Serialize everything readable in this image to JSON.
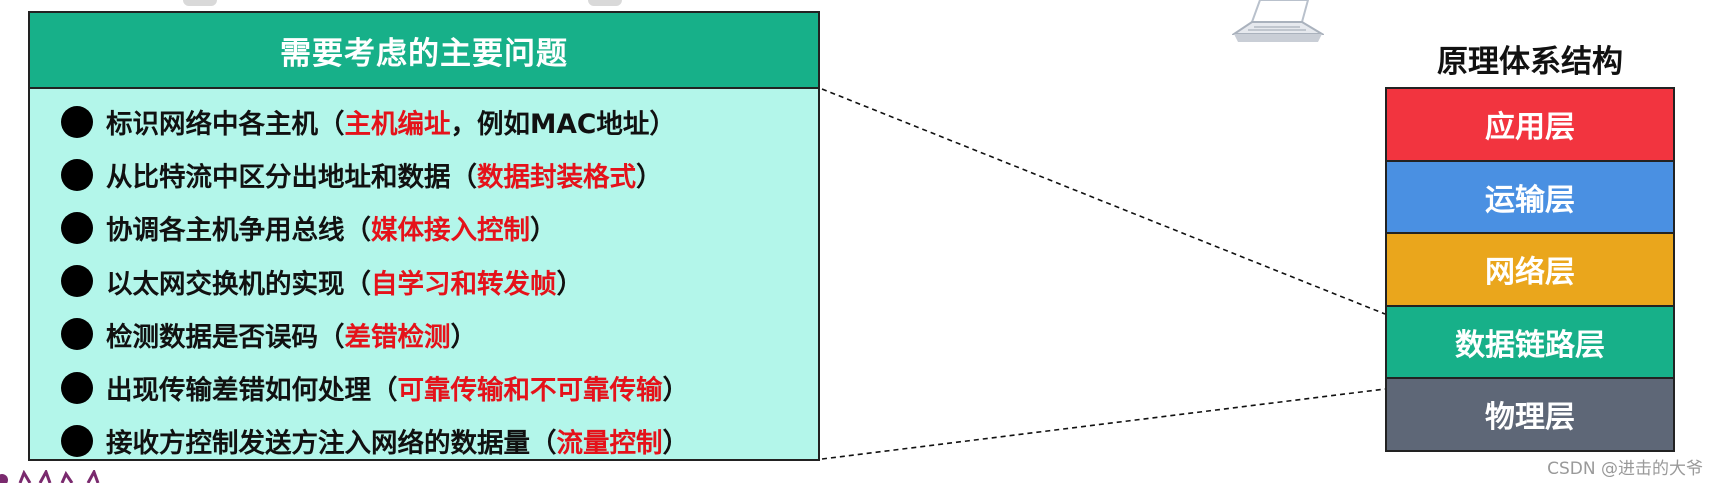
{
  "issues": {
    "header": "需要考虑的主要问题",
    "items": [
      {
        "text": "标识网络中各主机",
        "open": "（",
        "keyword": "主机编址",
        "after": "，例如MAC地址",
        "close": "）"
      },
      {
        "text": "从比特流中区分出地址和数据",
        "open": "（",
        "keyword": "数据封装格式",
        "after": "",
        "close": "）"
      },
      {
        "text": "协调各主机争用总线",
        "open": "（",
        "keyword": "媒体接入控制",
        "after": "",
        "close": "）"
      },
      {
        "text": "以太网交换机的实现",
        "open": "（",
        "keyword": "自学习和转发帧",
        "after": "",
        "close": "）"
      },
      {
        "text": "检测数据是否误码",
        "open": "（",
        "keyword": "差错检测",
        "after": "",
        "close": "）"
      },
      {
        "text": "出现传输差错如何处理",
        "open": "（",
        "keyword": "可靠传输和不可靠传输",
        "after": "",
        "close": "）"
      },
      {
        "text": "接收方控制发送方注入网络的数据量",
        "open": "（",
        "keyword": "流量控制",
        "after": "",
        "close": "）"
      }
    ]
  },
  "architecture": {
    "title": "原理体系结构",
    "layers": [
      {
        "label": "应用层",
        "color": "#f2343f"
      },
      {
        "label": "运输层",
        "color": "#4a90e2"
      },
      {
        "label": "网络层",
        "color": "#eaa61c"
      },
      {
        "label": "数据链路层",
        "color": "#17b089"
      },
      {
        "label": "物理层",
        "color": "#5e6777"
      }
    ]
  },
  "colors": {
    "header_bg": "#17b089",
    "box_bg": "#b3f6ea",
    "keyword": "#e5121a"
  },
  "watermark": "CSDN @进击的大爷"
}
